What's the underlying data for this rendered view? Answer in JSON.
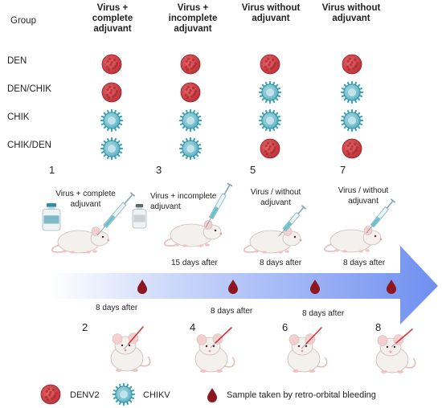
{
  "header": {
    "group_label": "Group",
    "columns": [
      "Virus + complete adjuvant",
      "Virus + incomplete adjuvant",
      "Virus without adjuvant",
      "Virus without adjuvant"
    ]
  },
  "groups": [
    {
      "name": "DEN",
      "viruses": [
        "DENV2",
        "DENV2",
        "DENV2",
        "DENV2"
      ]
    },
    {
      "name": "DEN/CHIK",
      "viruses": [
        "DENV2",
        "DENV2",
        "CHIKV",
        "CHIKV"
      ]
    },
    {
      "name": "CHIK",
      "viruses": [
        "CHIKV",
        "CHIKV",
        "CHIKV",
        "CHIKV"
      ]
    },
    {
      "name": "CHIK/DEN",
      "viruses": [
        "CHIKV",
        "CHIKV",
        "DENV2",
        "DENV2"
      ]
    }
  ],
  "immunization_steps": [
    {
      "number": "1",
      "label": "Virus + complete adjuvant"
    },
    {
      "number": "3",
      "label": "Virus + incomplete adjuvant"
    },
    {
      "number": "5",
      "label": "Virus / without adjuvant"
    },
    {
      "number": "7",
      "label": "Virus / without adjuvant"
    }
  ],
  "intervals_upper": [
    "15 days after",
    "8 days after",
    "8 days after"
  ],
  "intervals_lower": [
    "8 days after",
    "8 days after",
    "8 days after"
  ],
  "bleeding_steps": [
    "2",
    "4",
    "6",
    "8"
  ],
  "legend": {
    "denv2": "DENV2",
    "chikv": "CHIKV",
    "sample": "Sample taken by retro-orbital bleeding"
  },
  "colors": {
    "denv2": "#c8393e",
    "chikv": "#3fa6b8",
    "blood": "#8e1620",
    "arrow": "#6f8ff0"
  },
  "icons": [
    "vial-icon",
    "syringe-icon",
    "mouse-icon",
    "blood-drop-icon",
    "denv2-virus-icon",
    "chikv-virus-icon"
  ]
}
